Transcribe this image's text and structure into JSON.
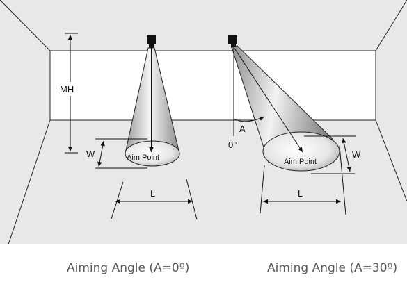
{
  "labels": {
    "mounting_height": "MH",
    "width_left": "W",
    "length_left": "L",
    "aim_point_left": "Aim Point",
    "angle": "A",
    "zero_degree": "0°",
    "width_right": "W",
    "length_right": "L",
    "aim_point_right": "Aim Point"
  },
  "captions": {
    "left": "Aiming Angle (A=0º)",
    "right": "Aiming Angle (A=30º)"
  },
  "colors": {
    "room_background": "#e8e8e9",
    "wall": "#ffffff",
    "beam_light": "#ffffff",
    "beam_dark": "#9c9c9c"
  }
}
